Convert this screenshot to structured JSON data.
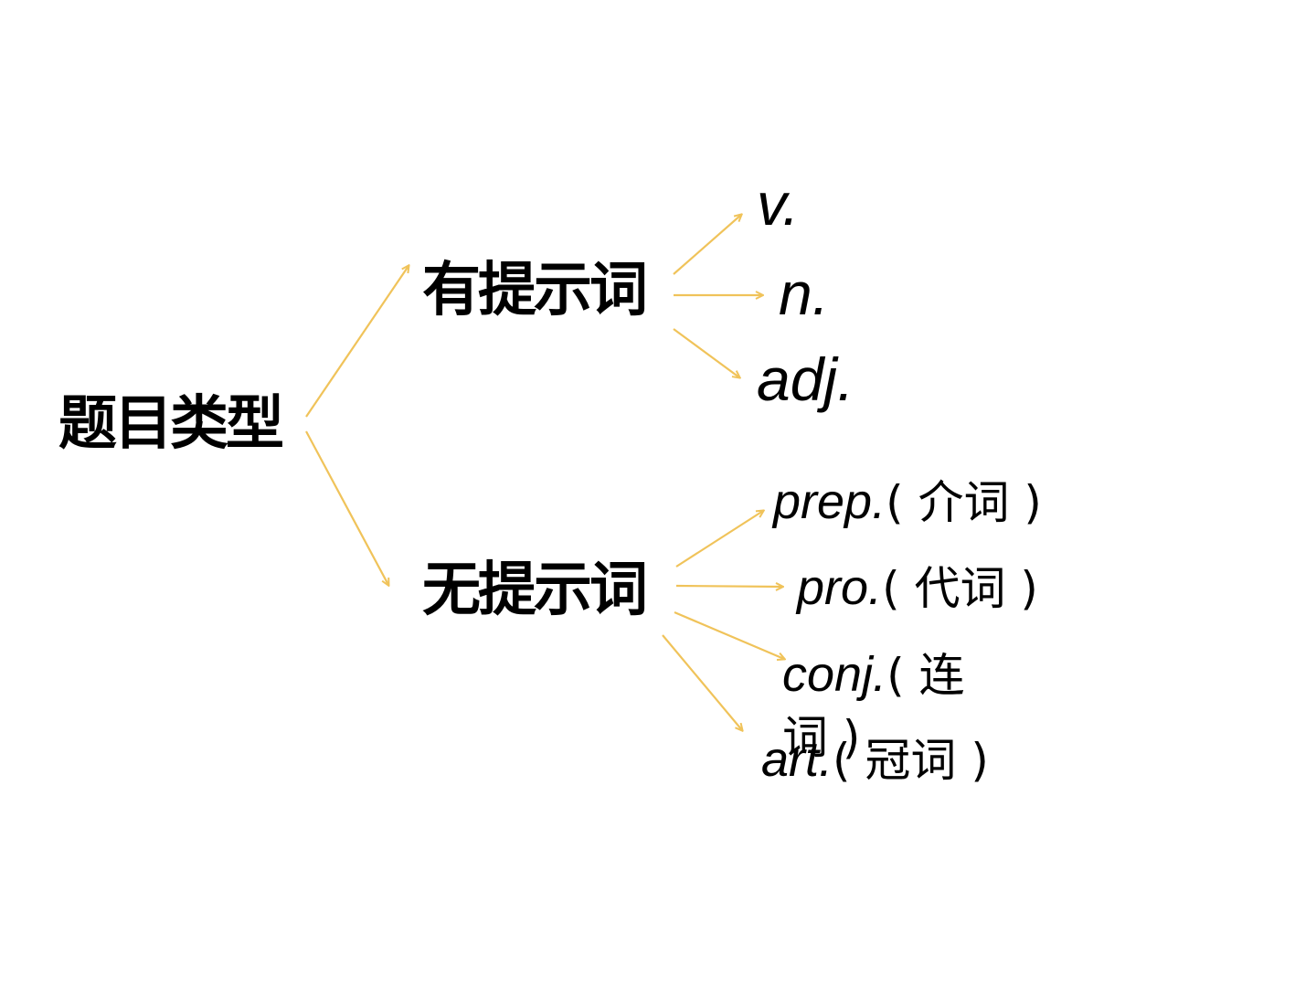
{
  "colors": {
    "arrow": "#F0C35A",
    "text": "#000000",
    "background": "#FFFFFF"
  },
  "root": {
    "label": "题目类型"
  },
  "branches": [
    {
      "label": "有提示词",
      "children": [
        {
          "abbr": "v."
        },
        {
          "abbr": "n."
        },
        {
          "abbr": "adj."
        }
      ]
    },
    {
      "label": "无提示词",
      "children": [
        {
          "abbr": "prep.",
          "gloss": "( 介词 )"
        },
        {
          "abbr": "pro.",
          "gloss": "( 代词 )"
        },
        {
          "abbr": "conj.",
          "gloss": "( 连词 )"
        },
        {
          "abbr": "art.",
          "gloss": "( 冠词 )"
        }
      ]
    }
  ]
}
